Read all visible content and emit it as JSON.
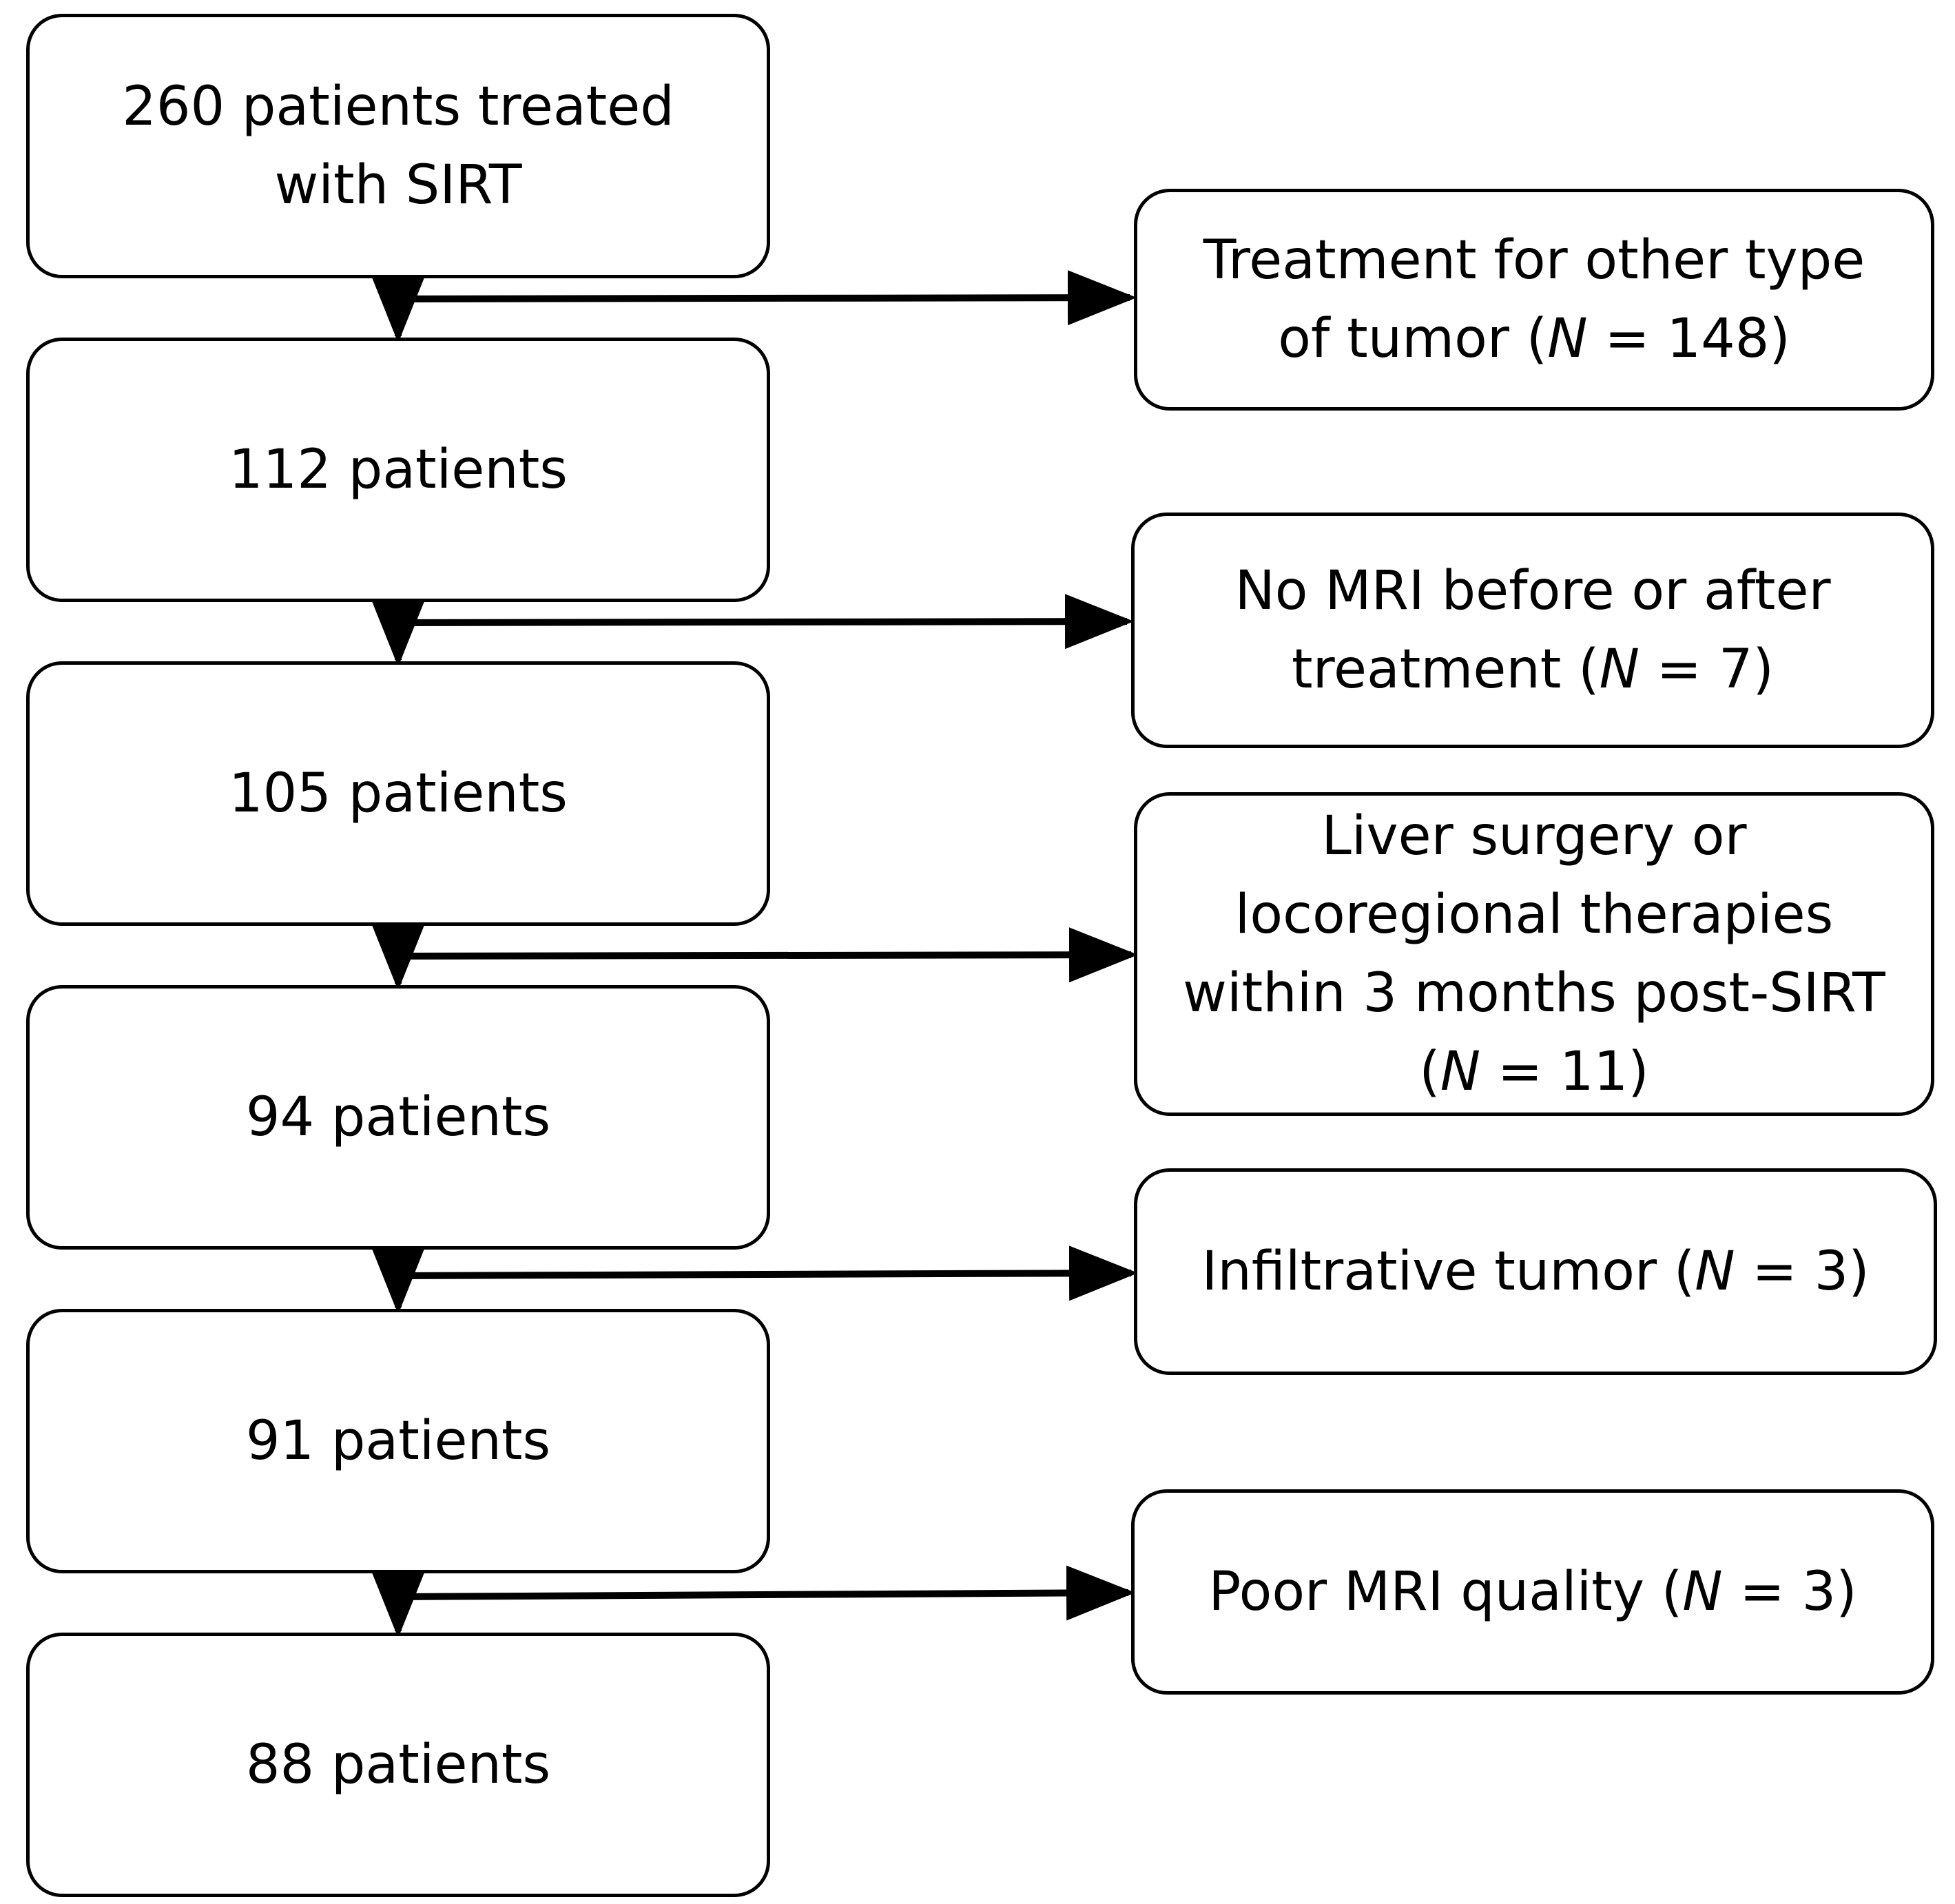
{
  "flowchart": {
    "main_boxes": [
      {
        "lines": [
          "260 patients treated",
          "with SIRT"
        ]
      },
      {
        "lines": [
          "112 patients"
        ]
      },
      {
        "lines": [
          "105 patients"
        ]
      },
      {
        "lines": [
          "94 patients"
        ]
      },
      {
        "lines": [
          "91 patients"
        ]
      },
      {
        "lines": [
          "88 patients"
        ]
      }
    ],
    "exclusion_boxes": [
      {
        "lines": [
          {
            "pre": "Treatment for other type",
            "it": "",
            "post": ""
          },
          {
            "pre": "of tumor (",
            "it": "N",
            "post": " = 148)"
          }
        ]
      },
      {
        "lines": [
          {
            "pre": "No MRI before or after",
            "it": "",
            "post": ""
          },
          {
            "pre": "treatment  (",
            "it": "N",
            "post": " = 7)"
          }
        ]
      },
      {
        "lines": [
          {
            "pre": "Liver surgery or",
            "it": "",
            "post": ""
          },
          {
            "pre": "locoregional therapies",
            "it": "",
            "post": ""
          },
          {
            "pre": "within 3 months post-SIRT",
            "it": "",
            "post": ""
          },
          {
            "pre": "(",
            "it": "N",
            "post": " = 11)"
          }
        ]
      },
      {
        "lines": [
          {
            "pre": "Infiltrative tumor (",
            "it": "N",
            "post": " = 3)"
          }
        ]
      },
      {
        "lines": [
          {
            "pre": "Poor MRI quality (",
            "it": "N",
            "post": " = 3)"
          }
        ]
      }
    ]
  }
}
